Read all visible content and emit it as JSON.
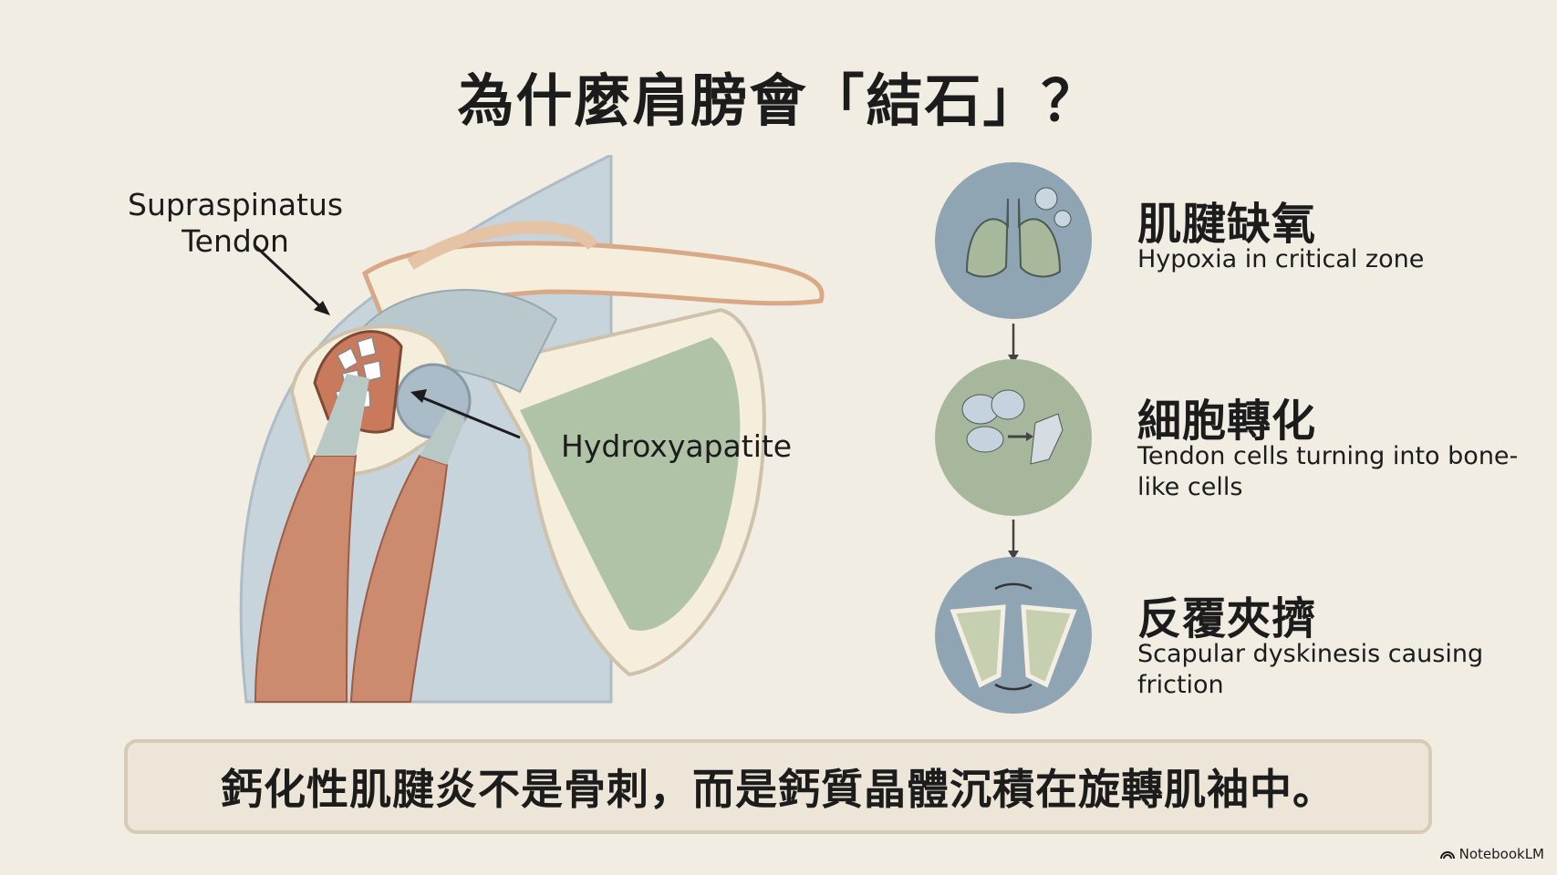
{
  "title": "為什麼肩膀會「結石」？",
  "labels": {
    "tendon": "Supraspinatus\nTendon",
    "crystal": "Hydroxyapatite"
  },
  "steps": [
    {
      "heading": "肌腱缺氧",
      "text": "Hypoxia in critical zone",
      "icon": "lungs-icon",
      "color": "#8fa5b3"
    },
    {
      "heading": "細胞轉化",
      "text": "Tendon cells turning into bone-like cells",
      "icon": "cells-icon",
      "color": "#a6b79c"
    },
    {
      "heading": "反覆夾擠",
      "text": "Scapular dyskinesis causing friction",
      "icon": "scapula-icon",
      "color": "#8fa5b3"
    }
  ],
  "summary": "鈣化性肌腱炎不是骨刺，而是鈣質晶體沉積在旋轉肌袖中。",
  "brand": "NotebookLM"
}
